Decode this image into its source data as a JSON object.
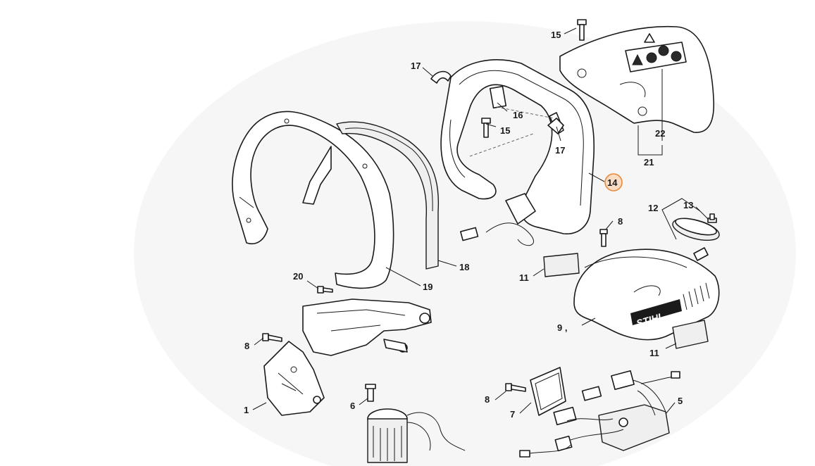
{
  "callouts": [
    {
      "id": "c1",
      "text": "1"
    },
    {
      "id": "c5",
      "text": "5"
    },
    {
      "id": "c6",
      "text": "6"
    },
    {
      "id": "c7",
      "text": "7"
    },
    {
      "id": "c8a",
      "text": "8"
    },
    {
      "id": "c8b",
      "text": "8"
    },
    {
      "id": "c8c",
      "text": "8"
    },
    {
      "id": "c9",
      "text": "9 ,"
    },
    {
      "id": "c11a",
      "text": "11"
    },
    {
      "id": "c11b",
      "text": "11"
    },
    {
      "id": "c12",
      "text": "12"
    },
    {
      "id": "c13",
      "text": "13"
    },
    {
      "id": "c14",
      "text": "14"
    },
    {
      "id": "c15a",
      "text": "15"
    },
    {
      "id": "c15b",
      "text": "15"
    },
    {
      "id": "c16",
      "text": "16"
    },
    {
      "id": "c17a",
      "text": "17"
    },
    {
      "id": "c17b",
      "text": "17"
    },
    {
      "id": "c18",
      "text": "18"
    },
    {
      "id": "c19",
      "text": "19"
    },
    {
      "id": "c20",
      "text": "20"
    },
    {
      "id": "c21",
      "text": "21"
    },
    {
      "id": "c22",
      "text": "22"
    }
  ],
  "brand_logo_text": "STIHL",
  "highlight_color": "#e8893a",
  "highlight_fill": "#f9dcc4"
}
